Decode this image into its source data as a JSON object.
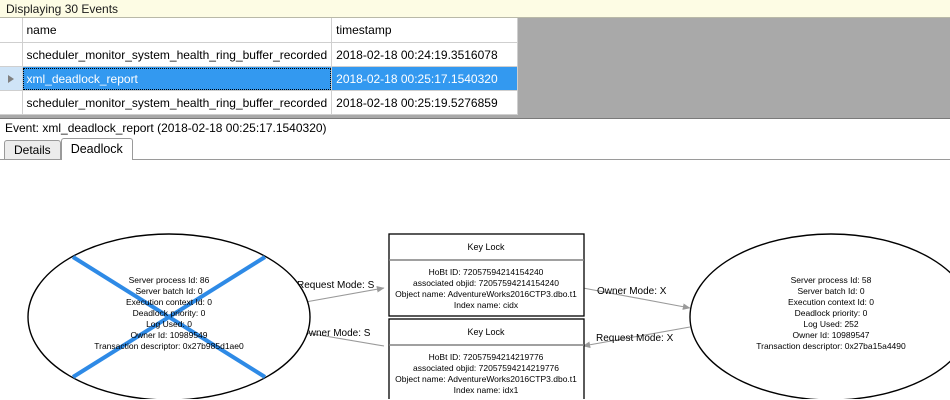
{
  "banner": {
    "text": "Displaying 30 Events"
  },
  "grid": {
    "columns": [
      "",
      "name",
      "timestamp"
    ],
    "rows": [
      {
        "selected": false,
        "marker": "",
        "name": "scheduler_monitor_system_health_ring_buffer_recorded",
        "timestamp": "2018-02-18 00:24:19.3516078"
      },
      {
        "selected": true,
        "marker": "row-selector-arrow-icon",
        "name": "xml_deadlock_report",
        "timestamp": "2018-02-18 00:25:17.1540320"
      },
      {
        "selected": false,
        "marker": "",
        "name": "scheduler_monitor_system_health_ring_buffer_recorded",
        "timestamp": "2018-02-18 00:25:19.5276859"
      }
    ]
  },
  "event_header": {
    "text": "Event: xml_deadlock_report (2018-02-18 00:25:17.1540320)"
  },
  "tabs": [
    {
      "label": "Details",
      "active": false
    },
    {
      "label": "Deadlock",
      "active": true
    }
  ],
  "graph": {
    "victim_cross_color": "#2e8ae6",
    "node_stroke": "#000000",
    "edge_color": "#9a9a9a",
    "processes": [
      {
        "id": "process-left",
        "victim": true,
        "lines": [
          "Server process Id: 86",
          "Server batch Id: 0",
          "Execution context Id: 0",
          "Deadlock priority: 0",
          "Log Used: 0",
          "Owner Id: 10989549",
          "Transaction descriptor: 0x27b985d1ae0"
        ]
      },
      {
        "id": "process-right",
        "victim": false,
        "lines": [
          "Server process Id: 58",
          "Server batch Id: 0",
          "Execution context Id: 0",
          "Deadlock priority: 0",
          "Log Used: 252",
          "Owner Id: 10989547",
          "Transaction descriptor: 0x27ba15a4490"
        ]
      }
    ],
    "resources": [
      {
        "id": "keylock-top",
        "title": "Key Lock",
        "lines": [
          "HoBt ID: 72057594214154240",
          "associated objid: 72057594214154240",
          "Object name: AdventureWorks2016CTP3.dbo.t1",
          "Index name: cidx"
        ]
      },
      {
        "id": "keylock-bottom",
        "title": "Key Lock",
        "lines": [
          "HoBt ID: 72057594214219776",
          "associated objid: 72057594214219776",
          "Object name: AdventureWorks2016CTP3.dbo.t1",
          "Index name: idx1"
        ]
      }
    ],
    "edges": [
      {
        "id": "edge-request-s",
        "label": "Request Mode: S"
      },
      {
        "id": "edge-owner-x",
        "label": "Owner Mode: X"
      },
      {
        "id": "edge-owner-s",
        "label": "Owner Mode: S"
      },
      {
        "id": "edge-request-x",
        "label": "Request Mode: X"
      }
    ]
  }
}
